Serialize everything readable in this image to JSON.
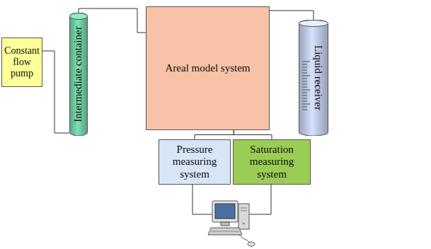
{
  "diagram": {
    "nodes": [
      {
        "text": [
          "Constant flow pump"
        ]
      },
      {
        "text": [
          "Intermediate container"
        ]
      },
      {
        "text": [
          "Areal model system"
        ]
      },
      {
        "text": [
          "Liquid receiver"
        ]
      },
      {
        "text": [
          "Pressure measuring system"
        ]
      },
      {
        "text": [
          "Saturation measuring system"
        ]
      }
    ],
    "edges": [
      {
        "from": 0,
        "to": 1,
        "arrow": "none"
      },
      {
        "from": 1,
        "to": 2,
        "arrow": "none"
      },
      {
        "from": 2,
        "to": 3,
        "arrow": "none"
      },
      {
        "from": 2,
        "to": 4,
        "arrow": "none"
      },
      {
        "from": 2,
        "to": 5,
        "arrow": "none"
      }
    ]
  }
}
